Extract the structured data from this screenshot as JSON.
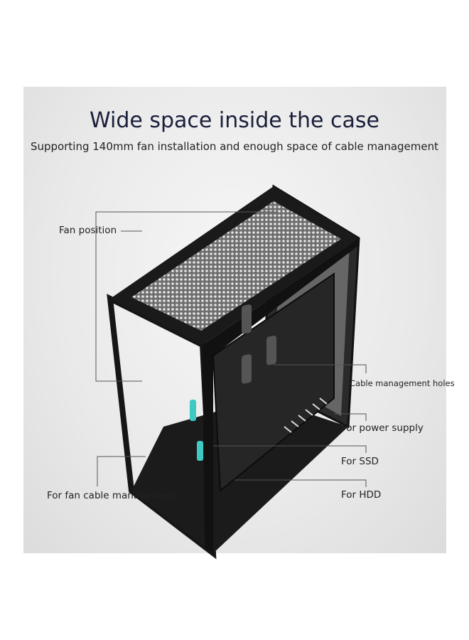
{
  "title": "Wide space inside the case",
  "subtitle": "Supporting 140mm fan installation and enough space of cable management",
  "callouts": {
    "fan_position": "Fan position",
    "cable_holes": "Cable management holes",
    "power_supply": "For power supply",
    "ssd": "For SSD",
    "hdd": "For HDD",
    "fan_cable": "For fan cable management"
  },
  "colors": {
    "title": "#1a1f3a",
    "accent_teal": "#3fc9c4",
    "case": "#151515"
  }
}
